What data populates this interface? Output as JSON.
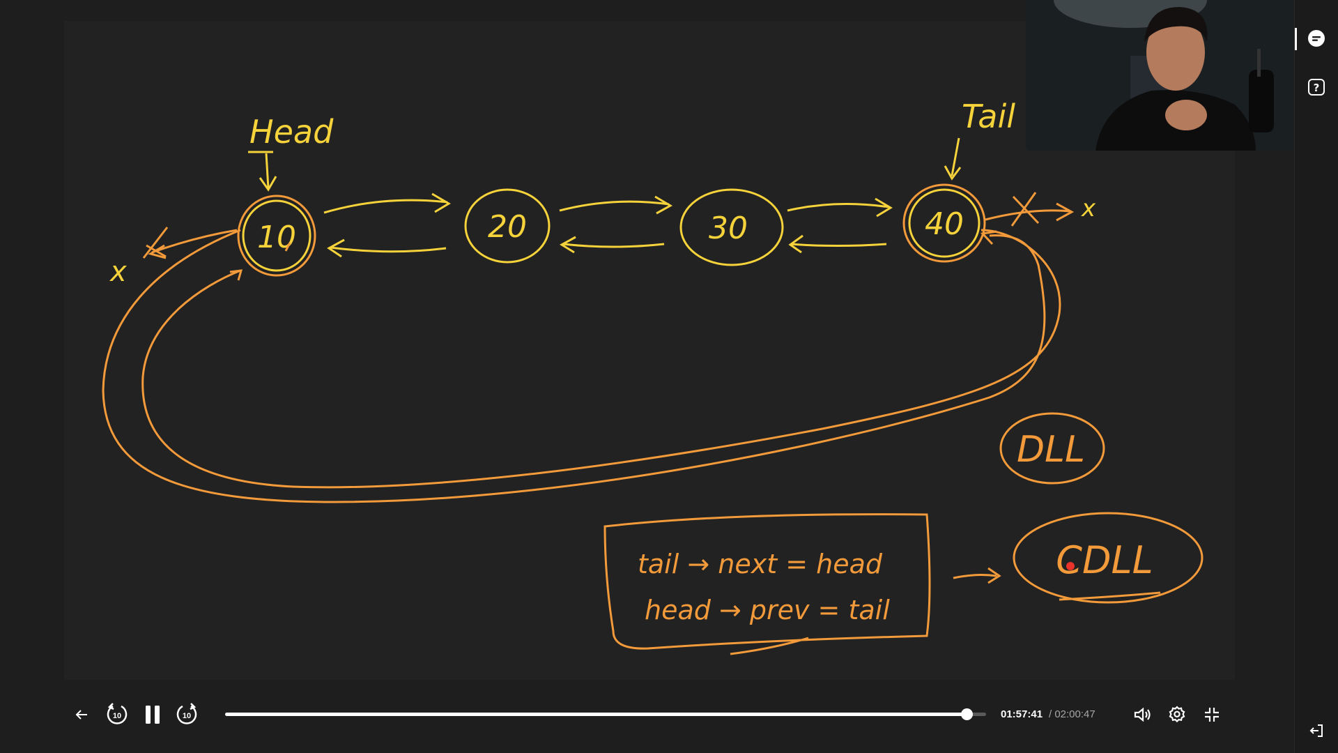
{
  "whiteboard": {
    "labels": {
      "head": "Head",
      "tail": "Tail",
      "null_left": "x",
      "null_right": "x"
    },
    "nodes": [
      "10",
      "20",
      "30",
      "40"
    ],
    "dll_label": "DLL",
    "code_lines": [
      "tail → next = head",
      "head → prev = tail"
    ],
    "cdll_label": "CDLL",
    "colors": {
      "yellow": "#f6d33a",
      "orange": "#f39a3a",
      "pointer": "#e8322a"
    }
  },
  "player": {
    "back_icon": "arrow-left-icon",
    "rewind": {
      "icon": "rewind-10-icon",
      "label": "10"
    },
    "pause_icon": "pause-icon",
    "forward": {
      "icon": "forward-10-icon",
      "label": "10"
    },
    "time_current": "01:57:41",
    "time_total": "/ 02:00:47",
    "progress": 0.9745,
    "volume_icon": "volume-icon",
    "settings_icon": "gear-icon",
    "exit_fullscreen_icon": "exit-fullscreen-icon"
  },
  "rail": {
    "chat_icon": "chat-icon",
    "help_icon": "help-icon",
    "exit_icon": "exit-icon"
  },
  "webcam": {
    "alt": "presenter-webcam"
  }
}
